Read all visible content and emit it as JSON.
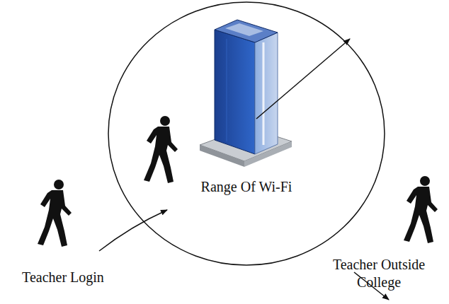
{
  "diagram": {
    "nodes": [
      {
        "text": [
          "Range Of Wi-Fi"
        ]
      }
    ],
    "labels": [
      "Teacher Login",
      "Teacher Outside College"
    ]
  }
}
